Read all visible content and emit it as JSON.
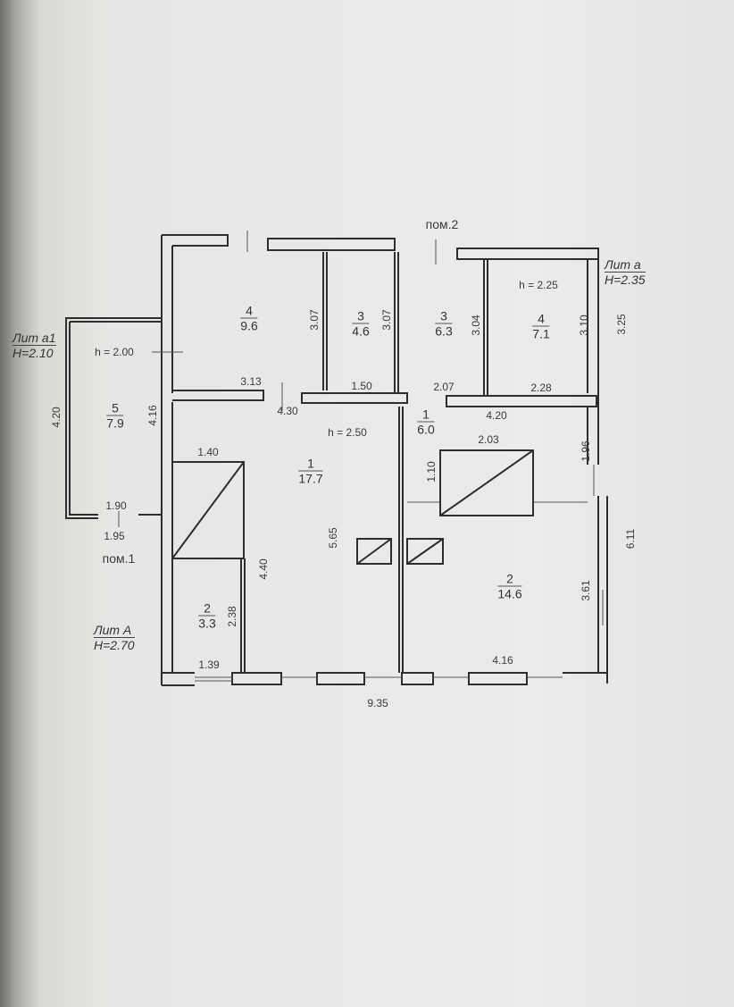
{
  "labels": {
    "pom1": "пом.1",
    "pom2": "пом.2"
  },
  "lit": [
    {
      "name": "Лит а1",
      "height": "H=2.10"
    },
    {
      "name": "Лит а",
      "height": "H=2.35"
    },
    {
      "name": "Лит А",
      "height": "H=2.70"
    }
  ],
  "ceiling_heights": [
    "h = 2.00",
    "h = 2.25",
    "h = 2.50"
  ],
  "rooms": [
    {
      "number": "4",
      "area": "9.6"
    },
    {
      "number": "3",
      "area": "4.6"
    },
    {
      "number": "3",
      "area": "6.3"
    },
    {
      "number": "4",
      "area": "7.1"
    },
    {
      "number": "5",
      "area": "7.9"
    },
    {
      "number": "1",
      "area": "17.7"
    },
    {
      "number": "1",
      "area": "6.0"
    },
    {
      "number": "2",
      "area": "3.3"
    },
    {
      "number": "2",
      "area": "14.6"
    }
  ],
  "dimensions": {
    "h": [
      "3.13",
      "1.50",
      "2.07",
      "2.28",
      "4.30",
      "4.20",
      "1.40",
      "2.03",
      "1.90",
      "1.95",
      "1.39",
      "4.16",
      "9.35"
    ],
    "v": [
      "3.07",
      "3.07",
      "3.04",
      "3.10",
      "3.25",
      "4.20",
      "4.16",
      "5.65",
      "4.40",
      "2.38",
      "1.10",
      "1.96",
      "3.61",
      "6.11"
    ]
  }
}
